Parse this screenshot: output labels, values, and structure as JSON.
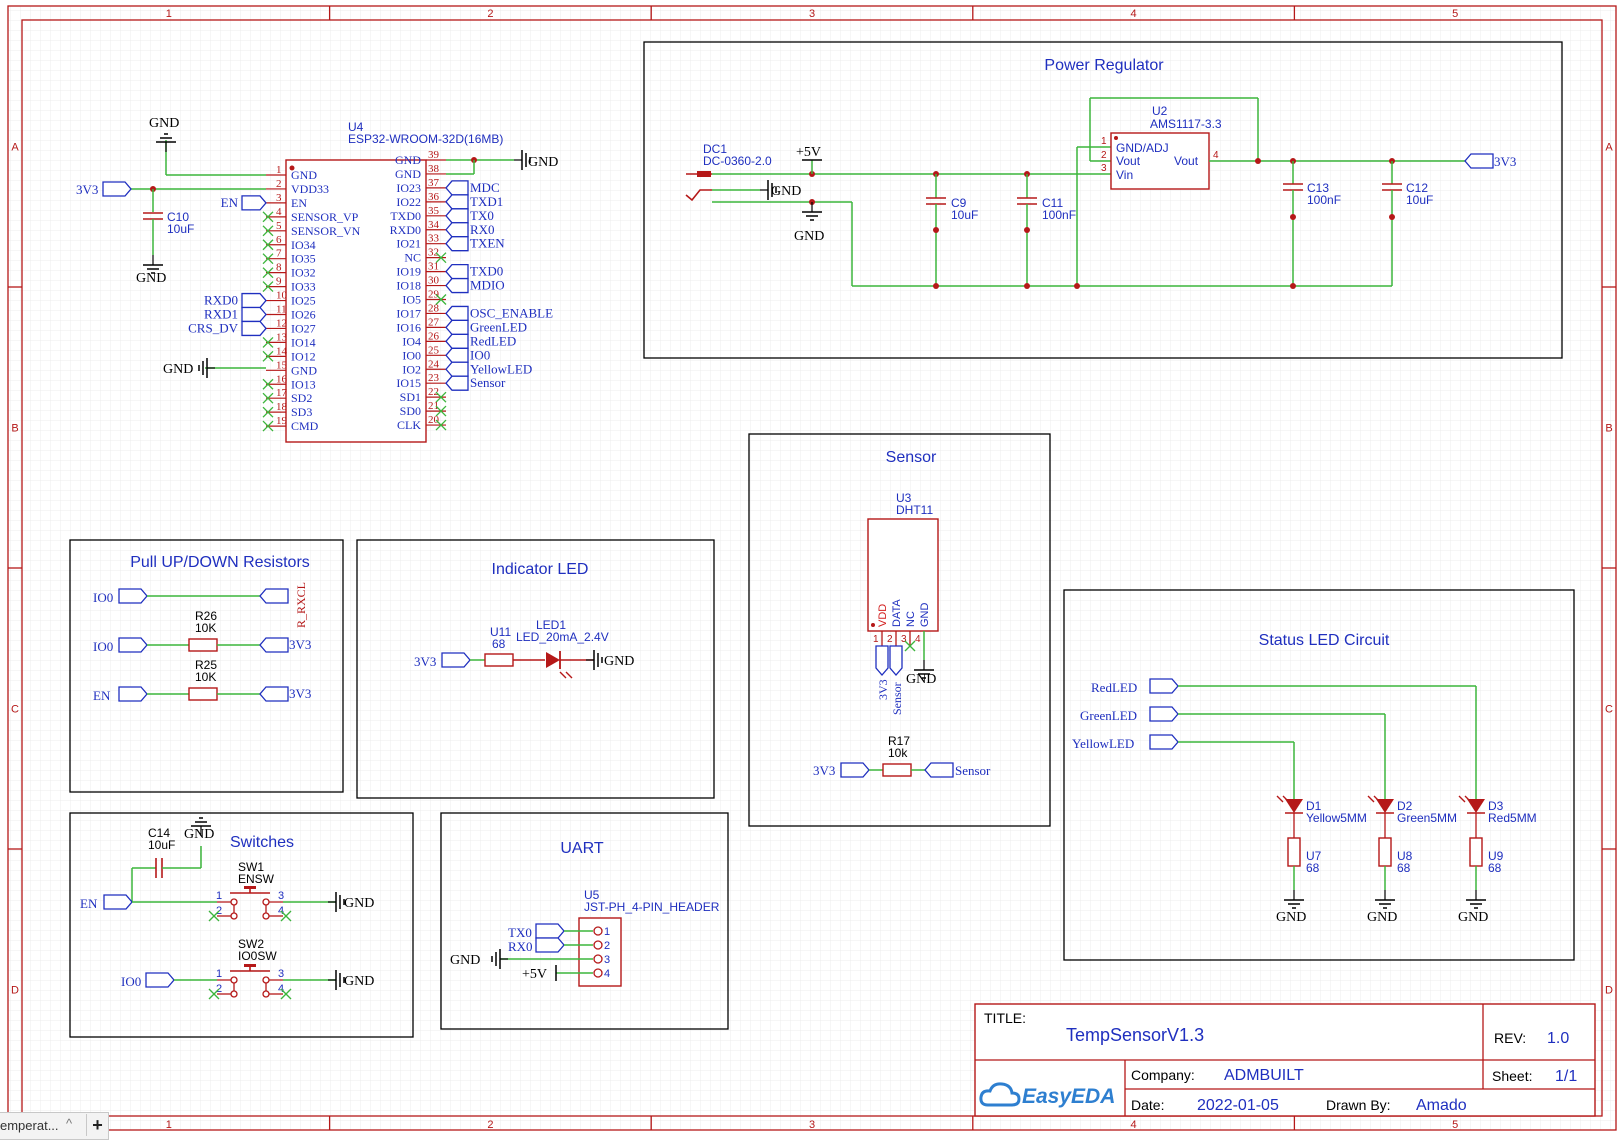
{
  "sheet": {
    "columns": [
      "1",
      "2",
      "3",
      "4",
      "5"
    ],
    "rows": [
      "A",
      "B",
      "C",
      "D"
    ]
  },
  "tab": {
    "label": "emperat...",
    "caret": "^",
    "add": "+"
  },
  "boxes": {
    "power": "Power Regulator",
    "sensor": "Sensor",
    "pull": "Pull UP/DOWN Resistors",
    "indicator": "Indicator LED",
    "status": "Status LED Circuit",
    "switches": "Switches",
    "uart": "UART"
  },
  "u4": {
    "ref": "U4",
    "part": "ESP32-WROOM-32D(16MB)",
    "left_pins": [
      {
        "n": "1",
        "name": "GND"
      },
      {
        "n": "2",
        "name": "VDD33"
      },
      {
        "n": "3",
        "name": "EN"
      },
      {
        "n": "4",
        "name": "SENSOR_VP"
      },
      {
        "n": "5",
        "name": "SENSOR_VN"
      },
      {
        "n": "6",
        "name": "IO34"
      },
      {
        "n": "7",
        "name": "IO35"
      },
      {
        "n": "8",
        "name": "IO32"
      },
      {
        "n": "9",
        "name": "IO33"
      },
      {
        "n": "10",
        "name": "IO25"
      },
      {
        "n": "11",
        "name": "IO26"
      },
      {
        "n": "12",
        "name": "IO27"
      },
      {
        "n": "13",
        "name": "IO14"
      },
      {
        "n": "14",
        "name": "IO12"
      },
      {
        "n": "15",
        "name": "GND"
      },
      {
        "n": "16",
        "name": "IO13"
      },
      {
        "n": "17",
        "name": "SD2"
      },
      {
        "n": "18",
        "name": "SD3"
      },
      {
        "n": "19",
        "name": "CMD"
      }
    ],
    "right_pins": [
      {
        "n": "39",
        "name": "GND"
      },
      {
        "n": "38",
        "name": "GND"
      },
      {
        "n": "37",
        "name": "IO23"
      },
      {
        "n": "36",
        "name": "IO22"
      },
      {
        "n": "35",
        "name": "TXD0"
      },
      {
        "n": "34",
        "name": "RXD0"
      },
      {
        "n": "33",
        "name": "IO21"
      },
      {
        "n": "32",
        "name": "NC"
      },
      {
        "n": "31",
        "name": "IO19"
      },
      {
        "n": "30",
        "name": "IO18"
      },
      {
        "n": "29",
        "name": "IO5"
      },
      {
        "n": "28",
        "name": "IO17"
      },
      {
        "n": "27",
        "name": "IO16"
      },
      {
        "n": "26",
        "name": "IO4"
      },
      {
        "n": "25",
        "name": "IO0"
      },
      {
        "n": "24",
        "name": "IO2"
      },
      {
        "n": "23",
        "name": "IO15"
      },
      {
        "n": "22",
        "name": "SD1"
      },
      {
        "n": "21",
        "name": "SD0"
      },
      {
        "n": "20",
        "name": "CLK"
      }
    ],
    "right_nets": [
      "",
      "",
      "MDC",
      "TXD1",
      "TX0",
      "RX0",
      "TXEN",
      "",
      "TXD0",
      "MDIO",
      "",
      "OSC_ENABLE",
      "GreenLED",
      "RedLED",
      "IO0",
      "YellowLED",
      "Sensor",
      "",
      "",
      ""
    ],
    "left_nets": [
      "",
      "",
      "EN",
      "",
      "",
      "",
      "",
      "",
      "",
      "RXD0",
      "RXD1",
      "CRS_DV",
      "",
      "",
      "",
      "",
      "",
      "",
      ""
    ]
  },
  "labels": {
    "gnd": "GND",
    "v33": "3V3",
    "v5": "+5V",
    "en": "EN",
    "io0": "IO0",
    "r_rxcl": "R_RXCL",
    "sensor": "Sensor",
    "redled": "RedLED",
    "greenled": "GreenLED",
    "yellowled": "YellowLED",
    "tx0": "TX0",
    "rx0": "RX0"
  },
  "parts": {
    "c10": {
      "ref": "C10",
      "val": "10uF"
    },
    "dc1": {
      "ref": "DC1",
      "val": "DC-0360-2.0"
    },
    "c9": {
      "ref": "C9",
      "val": "10uF"
    },
    "c11": {
      "ref": "C11",
      "val": "100nF"
    },
    "u2": {
      "ref": "U2",
      "val": "AMS1117-3.3",
      "pin1": "GND/ADJ",
      "pin2": "Vout",
      "pin3": "Vin",
      "pin4": "Vout",
      "n1": "1",
      "n2": "2",
      "n3": "3",
      "n4": "4"
    },
    "c13": {
      "ref": "C13",
      "val": "100nF"
    },
    "c12": {
      "ref": "C12",
      "val": "10uF"
    },
    "u3": {
      "ref": "U3",
      "val": "DHT11",
      "p1": "VDD",
      "p2": "DATA",
      "p3": "NC",
      "p4": "GND",
      "n1": "1",
      "n2": "2",
      "n3": "3",
      "n4": "4"
    },
    "r17": {
      "ref": "R17",
      "val": "10k"
    },
    "r26": {
      "ref": "R26",
      "val": "10K"
    },
    "r25": {
      "ref": "R25",
      "val": "10K"
    },
    "u11": {
      "ref": "U11",
      "val": "68"
    },
    "led1": {
      "ref": "LED1",
      "val": "LED_20mA_2.4V"
    },
    "d1": {
      "ref": "D1",
      "val": "Yellow5MM"
    },
    "d2": {
      "ref": "D2",
      "val": "Green5MM"
    },
    "d3": {
      "ref": "D3",
      "val": "Red5MM"
    },
    "u7": {
      "ref": "U7",
      "val": "68"
    },
    "u8": {
      "ref": "U8",
      "val": "68"
    },
    "u9": {
      "ref": "U9",
      "val": "68"
    },
    "c14": {
      "ref": "C14",
      "val": "10uF"
    },
    "sw1": {
      "ref": "SW1",
      "val": "ENSW"
    },
    "sw2": {
      "ref": "SW2",
      "val": "IO0SW"
    },
    "u5": {
      "ref": "U5",
      "val": "JST-PH_4-PIN_HEADER",
      "n1": "1",
      "n2": "2",
      "n3": "3",
      "n4": "4"
    },
    "swpins": {
      "p1": "1",
      "p2": "2",
      "p3": "3",
      "p4": "4"
    }
  },
  "title_block": {
    "title_label": "TITLE:",
    "title": "TempSensorV1.3",
    "rev_label": "REV:",
    "rev": "1.0",
    "company_label": "Company:",
    "company": "ADMBUILT",
    "sheet_label": "Sheet:",
    "sheet": "1/1",
    "date_label": "Date:",
    "date": "2022-01-05",
    "drawn_label": "Drawn By:",
    "drawn": "Amado",
    "logo": "EasyEDA"
  }
}
